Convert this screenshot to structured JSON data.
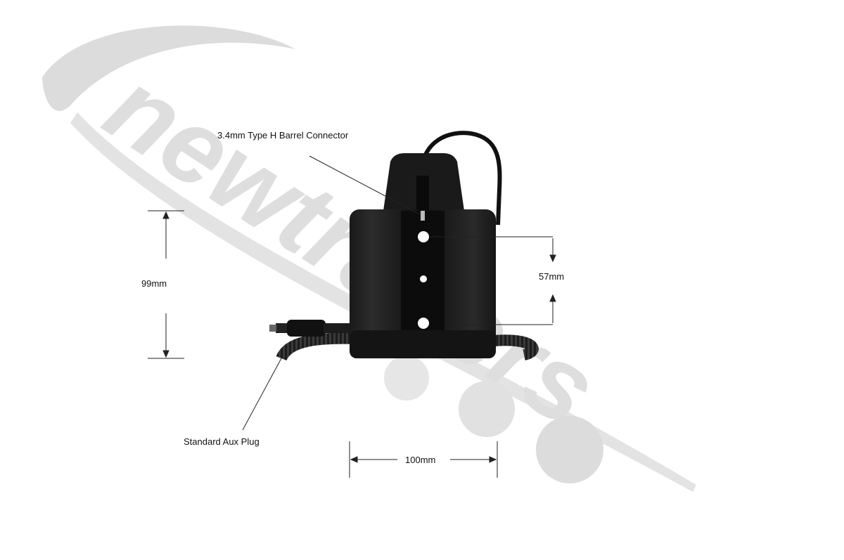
{
  "watermark": {
    "text": "newtrailers",
    "color": "#d9d9d9"
  },
  "callouts": {
    "barrel_connector": "3.4mm Type H Barrel Connector",
    "aux_plug": "Standard Aux Plug"
  },
  "dimensions": {
    "height": "99mm",
    "hole_spacing": "57mm",
    "width": "100mm"
  },
  "colors": {
    "product": "#111111",
    "dimension_line": "#222222"
  }
}
